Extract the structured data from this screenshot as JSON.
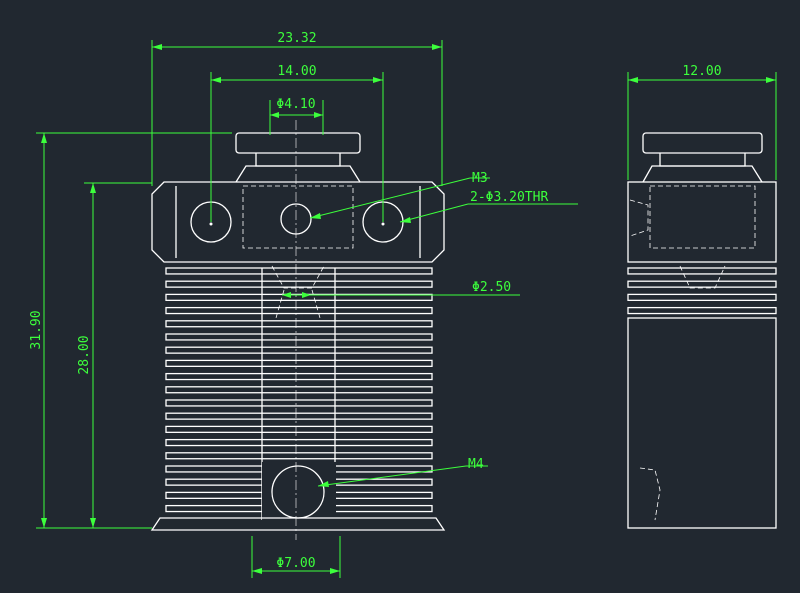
{
  "colors": {
    "background": "#212830",
    "part_lines": "#ffffff",
    "dimension_lines": "#3cff3c"
  },
  "front_view": {
    "overall_width": "23.32",
    "hole_spacing": "14.00",
    "top_bore_dia": "Φ4.10",
    "overall_height": "31.90",
    "body_height": "28.00",
    "thread_callout": "M3",
    "mount_holes_callout": "2-Φ3.20THR",
    "filament_bore_dia": "Φ2.50",
    "bottom_thread_callout": "M4",
    "bottom_bore_dia": "Φ7.00"
  },
  "side_view": {
    "width": "12.00"
  }
}
